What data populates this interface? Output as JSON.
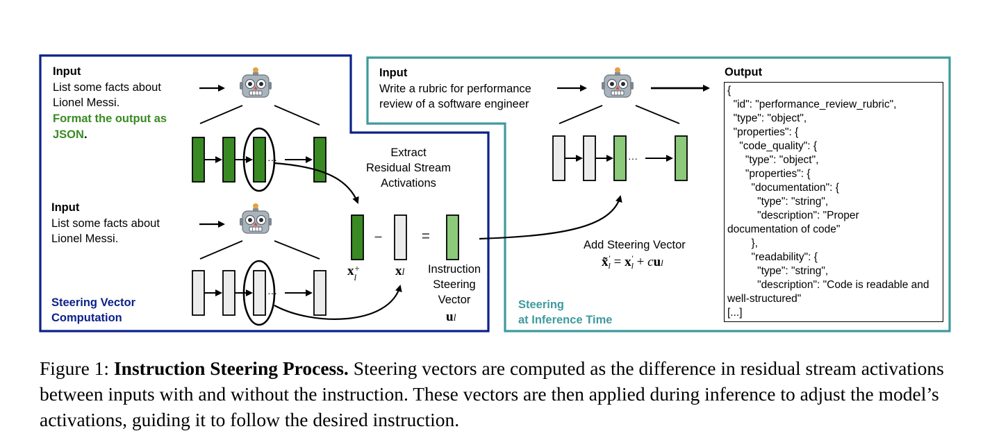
{
  "left_panel": {
    "title": "Steering Vector\nComputation",
    "top_input": {
      "label": "Input",
      "text": "List some facts about\nLionel Messi.",
      "instruction_line1": "Format the output as",
      "instruction_line2": "JSON",
      "instruction_suffix": "."
    },
    "bottom_input": {
      "label": "Input",
      "text": "List some facts about\nLionel Messi."
    },
    "extract_label": "Extract\nResidual Stream\nActivations",
    "minus": "–",
    "equals": "=",
    "steering_label": "Instruction\nSteering\nVector"
  },
  "right_panel": {
    "title": "Steering\nat Inference Time",
    "input_label": "Input",
    "input_text": "Write a rubric for performance\nreview of a software engineer",
    "add_label": "Add Steering Vector",
    "output_label": "Output",
    "output_json": "{\n  \"id\": \"performance_review_rubric\",\n  \"type\": \"object\",\n  \"properties\": {\n    \"code_quality\": {\n      \"type\": \"object\",\n      \"properties\": {\n        \"documentation\": {\n          \"type\": \"string\",\n          \"description\": \"Proper\ndocumentation of code\"\n        },\n        \"readability\": {\n          \"type\": \"string\",\n          \"description\": \"Code is readable and\nwell-structured\"\n[...]"
  },
  "caption": {
    "prefix": "Figure 1: ",
    "title": "Instruction Steering Process.",
    "body": " Steering vectors are computed as the difference in residual stream activations between inputs with and without the instruction. These vectors are then applied during inference to adjust the model’s activations, guiding it to follow the desired instruction."
  },
  "colors": {
    "navy": "#0c2189",
    "teal": "#3e9a9d",
    "dark_green": "#3a8a23",
    "light_green": "#8cc97a",
    "light_gray": "#ececec"
  },
  "icons": [
    "robot-icon"
  ]
}
